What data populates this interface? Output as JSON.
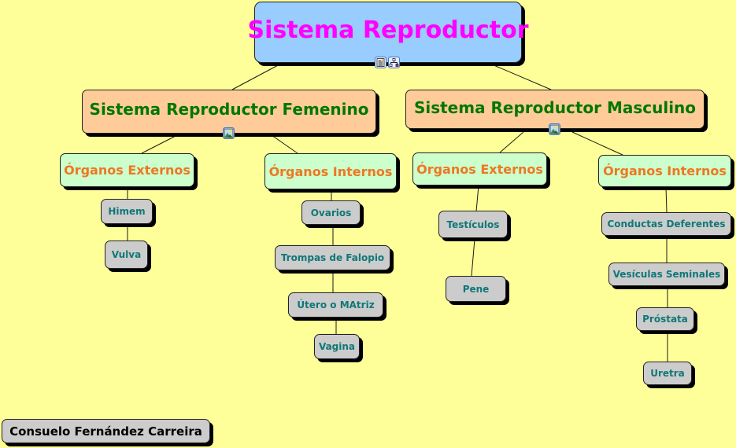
{
  "diagram": {
    "title": "Sistema Reproductor",
    "root_icons": [
      "document-icon",
      "map-icon"
    ],
    "branches": {
      "female": {
        "label": "Sistema Reproductor Femenino",
        "icon": "image-icon",
        "groups": {
          "external": {
            "label": "Órganos Externos",
            "items": [
              "Himem",
              "Vulva"
            ]
          },
          "internal": {
            "label": "Órganos Internos",
            "items": [
              "Ovarios",
              "Trompas de Falopio",
              "Útero o MAtriz",
              "Vagina"
            ]
          }
        }
      },
      "male": {
        "label": "Sistema Reproductor Masculino",
        "icon": "image-icon",
        "groups": {
          "external": {
            "label": "Órganos Externos",
            "items": [
              "Testículos",
              "Pene"
            ]
          },
          "internal": {
            "label": "Órganos Internos",
            "items": [
              "Conductas Deferentes",
              "Vesículas Seminales",
              "Próstata",
              "Uretra"
            ]
          }
        }
      }
    },
    "author": "Consuelo Fernández Carreira"
  },
  "colors": {
    "background": "#ffff99",
    "root_fill": "#99ccff",
    "root_text": "#ff00ff",
    "branch_fill": "#ffcc99",
    "branch_text": "#007700",
    "group_fill": "#ccffcc",
    "group_text": "#ee7722",
    "leaf_fill": "#cccccc",
    "leaf_text": "#117777"
  }
}
